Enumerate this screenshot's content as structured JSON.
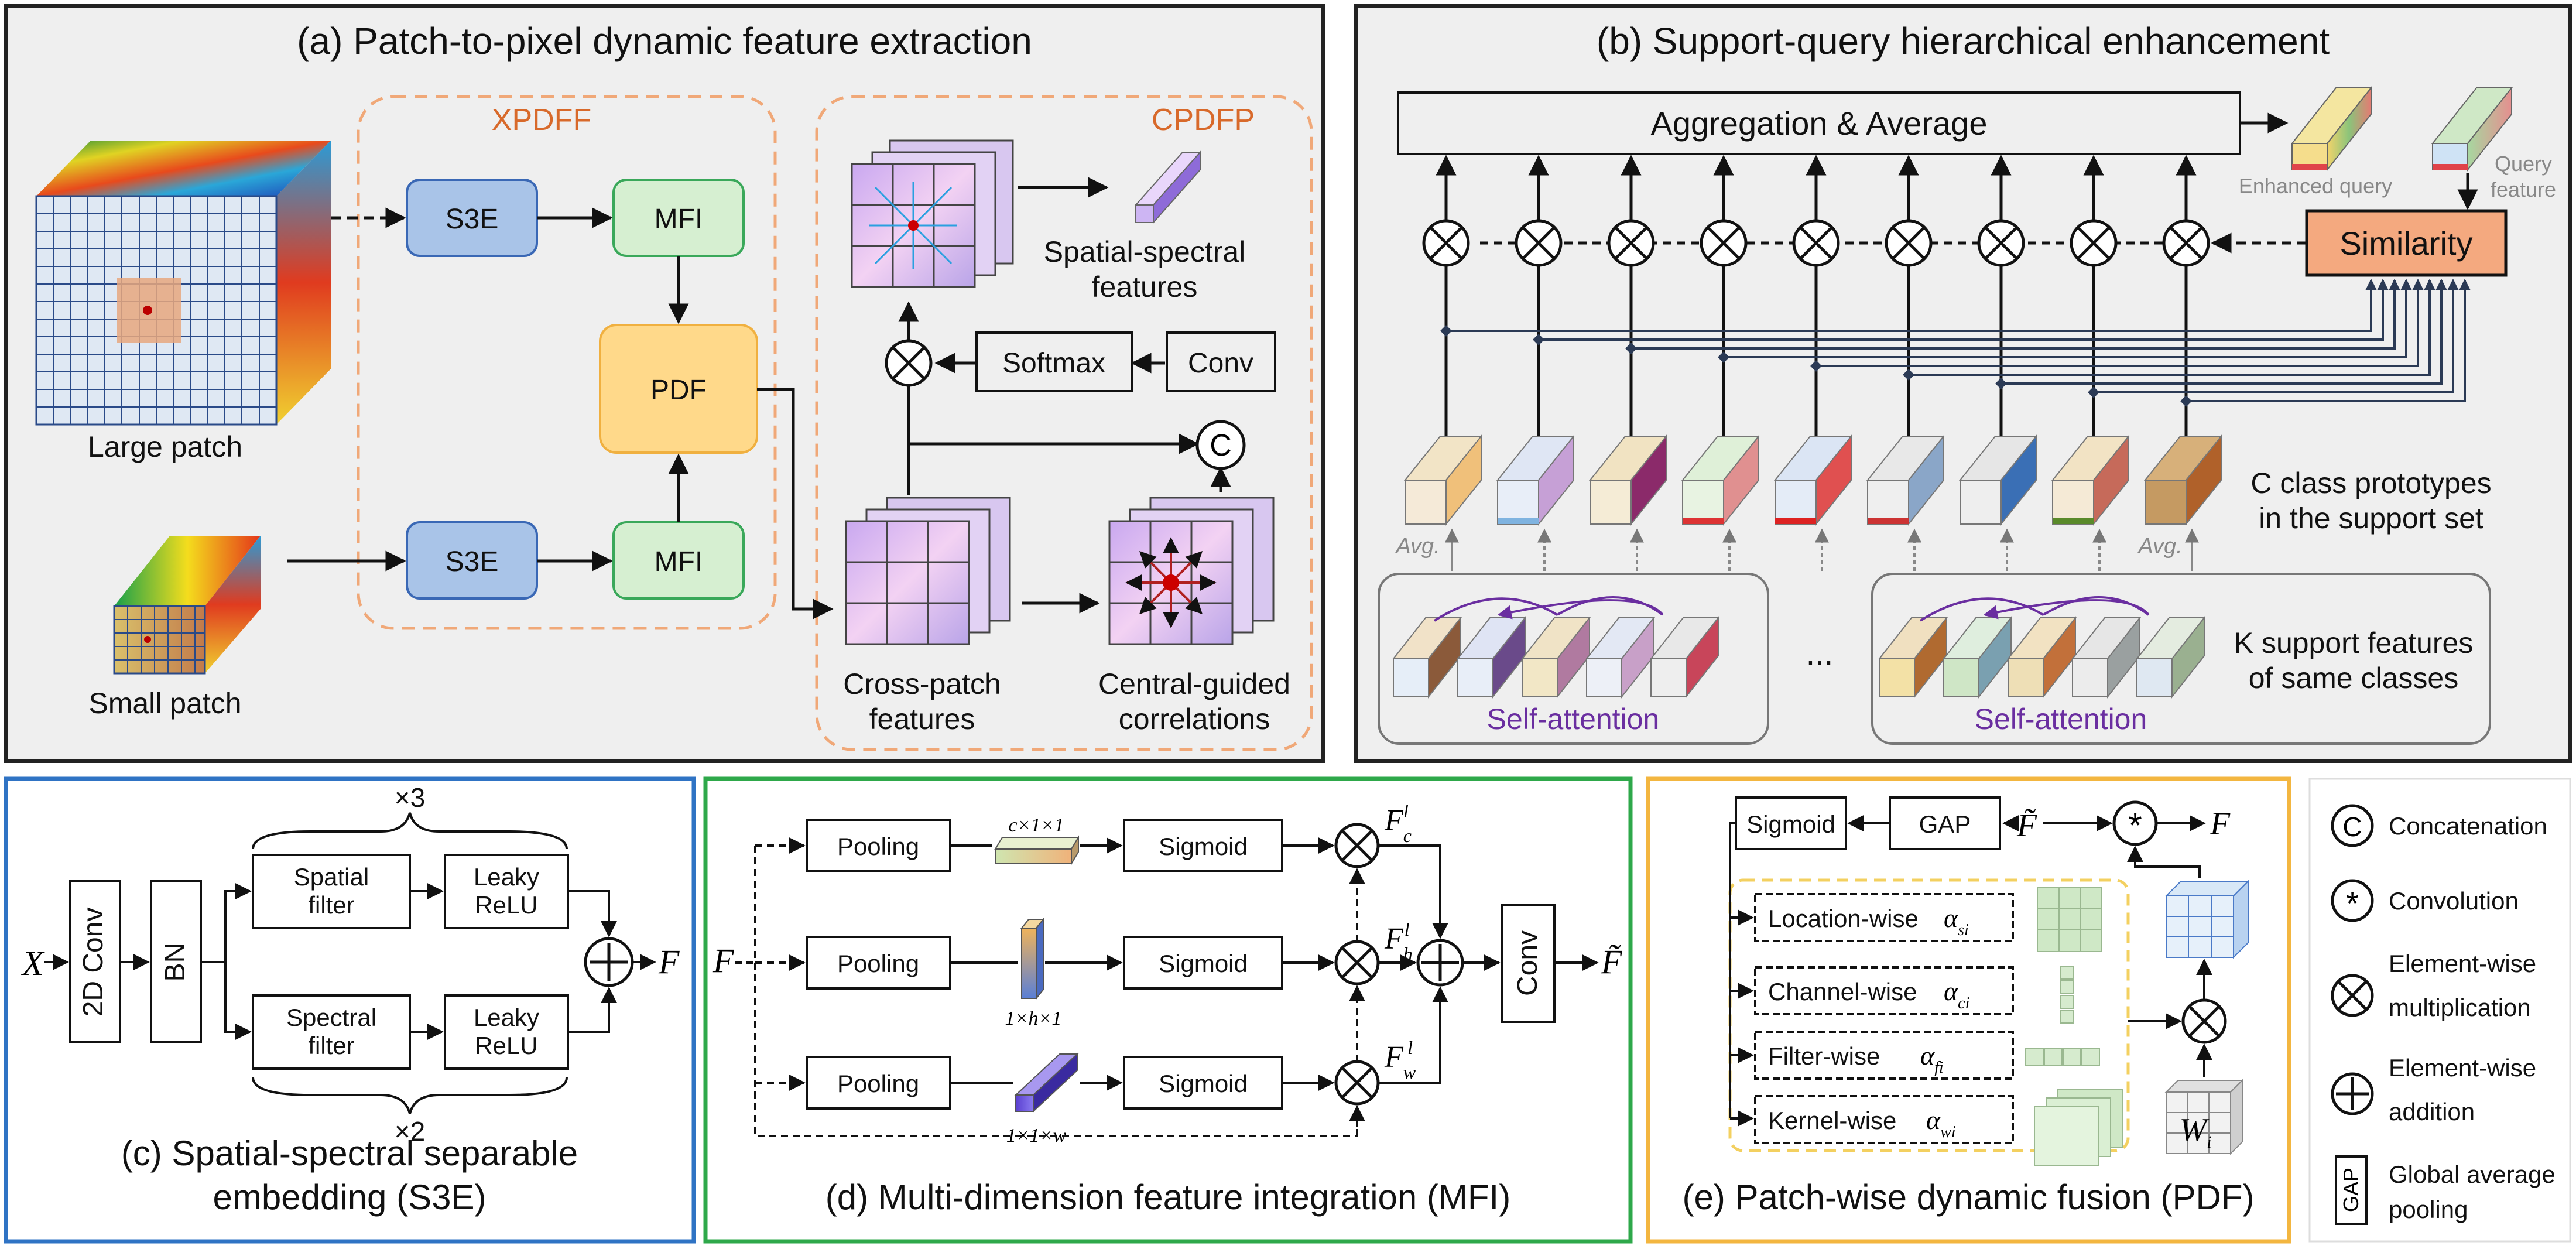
{
  "colors": {
    "panel_a_border": "#222222",
    "panel_b_fill": "#efefef",
    "panel_c_border": "#2f73c4",
    "panel_d_border": "#2ea84a",
    "panel_e_border": "#f3b640",
    "s3e_fill": "#a9c4e8",
    "mfi_fill": "#d6efd1",
    "pdf_fill": "#ffd98a",
    "similarity_fill": "#f4a97f",
    "dashed_orange": "#f0a878",
    "self_attention_purple": "#6a2ea0"
  },
  "panel_a": {
    "title": "(a) Patch-to-pixel dynamic feature extraction",
    "large_patch_label": "Large patch",
    "small_patch_label": "Small patch",
    "xpdff_label": "XPDFF",
    "cpdfp_label": "CPDFP",
    "s3e_top": "S3E",
    "s3e_bottom": "S3E",
    "mfi_top": "MFI",
    "mfi_bottom": "MFI",
    "pdf_block": "PDF",
    "softmax_block": "Softmax",
    "conv_block": "Conv",
    "concat_symbol": "C",
    "spatial_spectral_line1": "Spatial-spectral",
    "spatial_spectral_line2": "features",
    "cross_patch_line1": "Cross-patch",
    "cross_patch_line2": "features",
    "central_guided_line1": "Central-guided",
    "central_guided_line2": "correlations"
  },
  "panel_b": {
    "title": "(b) Support-query hierarchical enhancement",
    "aggregation_label": "Aggregation & Average",
    "similarity_label": "Similarity",
    "enhanced_query_label": "Enhanced query",
    "query_feature_line1": "Query",
    "query_feature_line2": "feature",
    "class_proto_line1": "C class prototypes",
    "class_proto_line2": "in the support set",
    "support_feat_line1": "K support features",
    "support_feat_line2": "of same classes",
    "self_attention_left": "Self-attention",
    "self_attention_right": "Self-attention",
    "avg_left": "Avg.",
    "avg_right": "Avg.",
    "ellipsis": "..."
  },
  "panel_c": {
    "title_line1": "(c) Spatial-spectral separable",
    "title_line2": "embedding (S3E)",
    "input_x": "X",
    "output_f": "F",
    "conv2d": "2D Conv",
    "bn": "BN",
    "spatial_filter_line1": "Spatial",
    "spatial_filter_line2": "filter",
    "spectral_filter_line1": "Spectral",
    "spectral_filter_line2": "filter",
    "leaky_relu_line1": "Leaky",
    "leaky_relu_line2": "ReLU",
    "times3": "×3",
    "times2": "×2"
  },
  "panel_d": {
    "title": "(d) Multi-dimension feature integration (MFI)",
    "input_f": "F",
    "pooling_1": "Pooling",
    "pooling_2": "Pooling",
    "pooling_3": "Pooling",
    "sigmoid_1": "Sigmoid",
    "sigmoid_2": "Sigmoid",
    "sigmoid_3": "Sigmoid",
    "dim_c": "c×1×1",
    "dim_h": "1×h×1",
    "dim_w": "1×1×w",
    "f_c": "F",
    "f_c_sub": "c",
    "f_h": "F",
    "f_h_sub": "h",
    "f_w": "F",
    "f_w_sub": "w",
    "f_sup": "l",
    "conv": "Conv",
    "output": "F̃"
  },
  "panel_e": {
    "title": "(e) Patch-wise dynamic fusion (PDF)",
    "sigmoid": "Sigmoid",
    "gap": "GAP",
    "f_tilde": "F̃",
    "f_out": "F",
    "location_wise": "Location-wise",
    "channel_wise": "Channel-wise",
    "filter_wise": "Filter-wise",
    "kernel_wise": "Kernel-wise",
    "alpha_s": "α",
    "alpha_s_sub": "si",
    "alpha_c": "α",
    "alpha_c_sub": "ci",
    "alpha_f": "α",
    "alpha_f_sub": "fi",
    "alpha_w": "α",
    "alpha_w_sub": "wi",
    "weight": "W",
    "weight_sub": "i"
  },
  "legend": {
    "concat_symbol": "C",
    "concat_label": "Concatenation",
    "conv_symbol": "*",
    "conv_label": "Convolution",
    "mult_line1": "Element-wise",
    "mult_line2": "multiplication",
    "add_line1": "Element-wise",
    "add_line2": "addition",
    "gap_symbol": "GAP",
    "gap_line1": "Global average",
    "gap_line2": "pooling"
  }
}
